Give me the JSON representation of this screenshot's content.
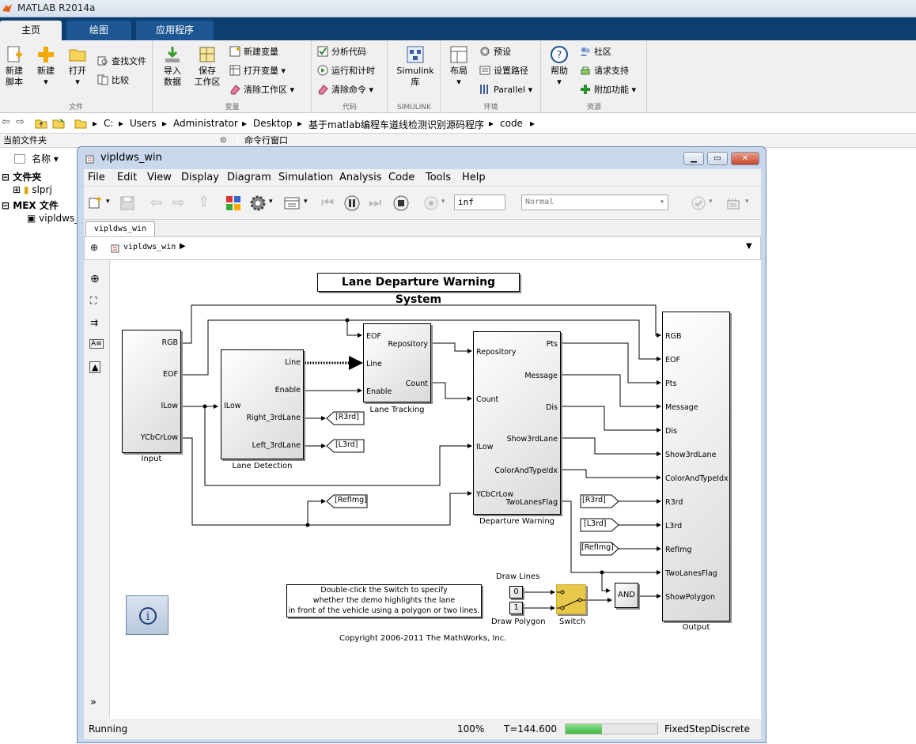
{
  "app": {
    "title": "MATLAB R2014a"
  },
  "ribbon": {
    "tabs": [
      "主页",
      "绘图",
      "应用程序"
    ],
    "file_group": {
      "new_script": "新建\n脚本",
      "new": "新建",
      "open": "打开",
      "find_files": "查找文件",
      "compare": "比较",
      "label": "文件"
    },
    "variable_group": {
      "import": "导入\n数据",
      "save": "保存\n工作区",
      "new_var": "新建变量",
      "open_var": "打开变量",
      "clear_ws": "清除工作区",
      "label": "变量"
    },
    "code_group": {
      "analyze": "分析代码",
      "run_time": "运行和计时",
      "clear_cmd": "清除命令",
      "label": "代码"
    },
    "simulink_group": {
      "simulink": "Simulink\n库",
      "label": "SIMULINK"
    },
    "env_group": {
      "layout": "布局",
      "prefs": "预设",
      "set_path": "设置路径",
      "parallel": "Parallel",
      "label": "环境"
    },
    "res_group": {
      "help": "帮助",
      "community": "社区",
      "support": "请求支持",
      "addons": "附加功能",
      "label": "资源"
    }
  },
  "address": {
    "segments": [
      "C:",
      "Users",
      "Administrator",
      "Desktop",
      "基于matlab编程车道线检测识别源码程序",
      "code"
    ]
  },
  "panes": {
    "current_folder": "当前文件夹",
    "command_window": "命令行窗口",
    "name_col": "名称"
  },
  "file_browser": {
    "folders_label": "文件夹",
    "folder": "slprj",
    "mex_label": "MEX 文件",
    "mex_file": "vipldws_"
  },
  "sim_window": {
    "title": "vipldws_win",
    "menu": [
      "File",
      "Edit",
      "View",
      "Display",
      "Diagram",
      "Simulation",
      "Analysis",
      "Code",
      "Tools",
      "Help"
    ],
    "stop_time": "inf",
    "sim_mode": "Normal",
    "model_tab": "vipldws_win",
    "breadcrumb": "vipldws_win",
    "status": {
      "state": "Running",
      "zoom": "100%",
      "time": "T=144.600",
      "solver": "FixedStepDiscrete",
      "progress": 0.4
    }
  },
  "model": {
    "title": "Lane Departure Warning System",
    "input_block": {
      "name": "Input",
      "ports": [
        "RGB",
        "EOF",
        "ILow",
        "YCbCrLow"
      ]
    },
    "lane_detection": {
      "name": "Lane Detection",
      "in": "ILow",
      "out": [
        "Line",
        "Enable",
        "Right_3rdLane",
        "Left_3rdLane"
      ]
    },
    "lane_tracking": {
      "name": "Lane Tracking",
      "in": [
        "EOF",
        "Line",
        "Enable"
      ],
      "out": [
        "Repository",
        "Count"
      ]
    },
    "departure_warning": {
      "name": "Departure Warning",
      "in": [
        "Repository",
        "Count",
        "ILow",
        "YCbCrLow"
      ],
      "out": [
        "Pts",
        "Message",
        "Dis",
        "Show3rdLane",
        "ColorAndTypeIdx",
        "TwoLanesFlag"
      ]
    },
    "output_block": {
      "name": "Output",
      "ports": [
        "RGB",
        "EOF",
        "Pts",
        "Message",
        "Dis",
        "Show3rdLane",
        "ColorAndTypeIdx",
        "R3rd",
        "L3rd",
        "RefImg",
        "TwoLanesFlag",
        "ShowPolygon"
      ]
    },
    "goto_tags": [
      "[R3rd]",
      "[L3rd]",
      "[RefImg]"
    ],
    "from_tags": [
      "[R3rd]",
      "[L3rd]",
      "[RefImg]"
    ],
    "const0": "0",
    "const1": "1",
    "draw_lines": "Draw Lines",
    "draw_polygon": "Draw Polygon",
    "switch_label": "Switch",
    "and_label": "AND",
    "note": "Double-click the Switch to specify\nwhether the demo highlights the lane\nin front of the vehicle using a polygon or two lines.",
    "copyright": "Copyright 2006-2011 The MathWorks, Inc."
  },
  "colors": {
    "ribbon_dark": "#0c3e6f",
    "switch_yellow": "#e8c84a"
  }
}
